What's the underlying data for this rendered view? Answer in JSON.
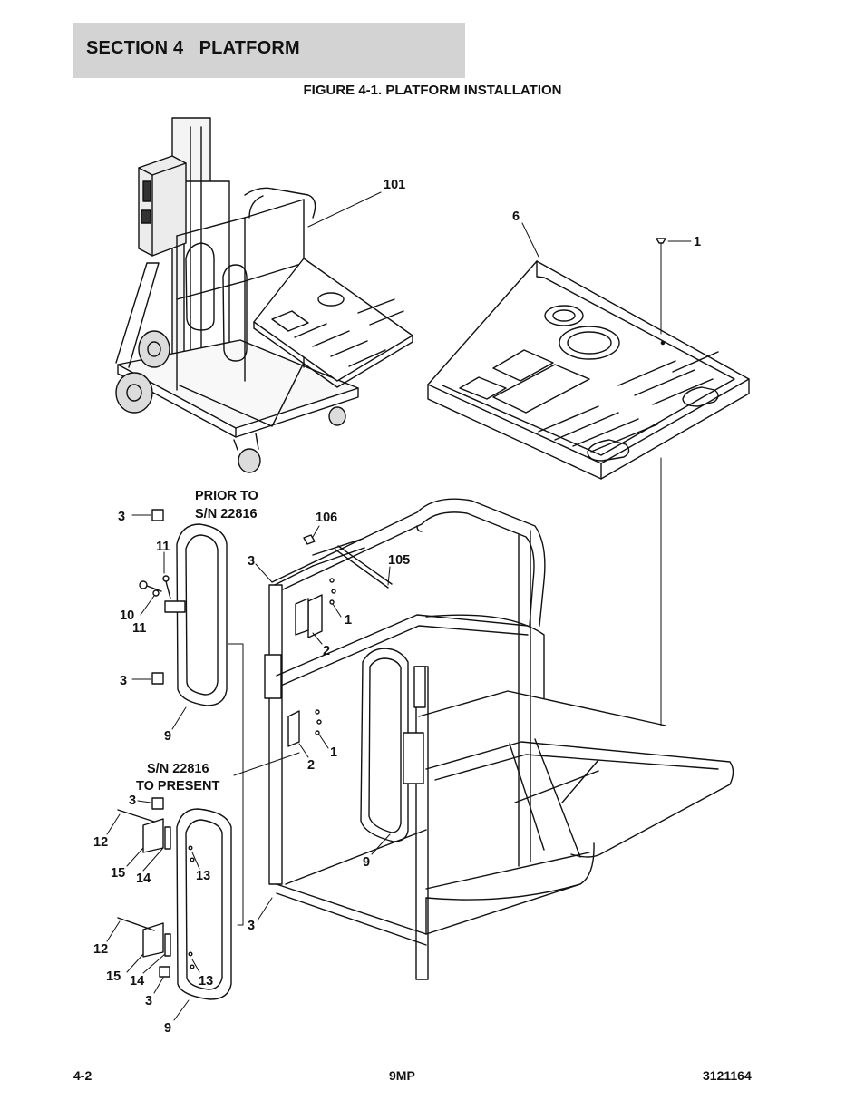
{
  "header": {
    "section_title": "SECTION 4   PLATFORM"
  },
  "figure": {
    "title": "FIGURE 4-1. PLATFORM INSTALLATION"
  },
  "notes": {
    "prior_line1": "PRIOR TO",
    "prior_line2": "S/N 22816",
    "present_line1": "S/N 22816",
    "present_line2": "TO PRESENT"
  },
  "callouts": {
    "c101": "101",
    "c6": "6",
    "c1_top": "1",
    "c106": "106",
    "c105": "105",
    "c3_a": "3",
    "c11_a": "11",
    "c10": "10",
    "c11_b": "11",
    "c3_b": "3",
    "c9_a": "9",
    "c3_c": "3",
    "c1_mid": "1",
    "c2_mid": "2",
    "c1_low": "1",
    "c2_low": "2",
    "c3_d": "3",
    "c12_a": "12",
    "c15_a": "15",
    "c14_a": "14",
    "c13_a": "13",
    "c12_b": "12",
    "c15_b": "15",
    "c14_b": "14",
    "c13_b": "13",
    "c3_e": "3",
    "c9_b": "9",
    "c9_c": "9",
    "c3_f": "3"
  },
  "footer": {
    "page": "4-2",
    "model": "9MP",
    "doc_number": "3121164"
  }
}
